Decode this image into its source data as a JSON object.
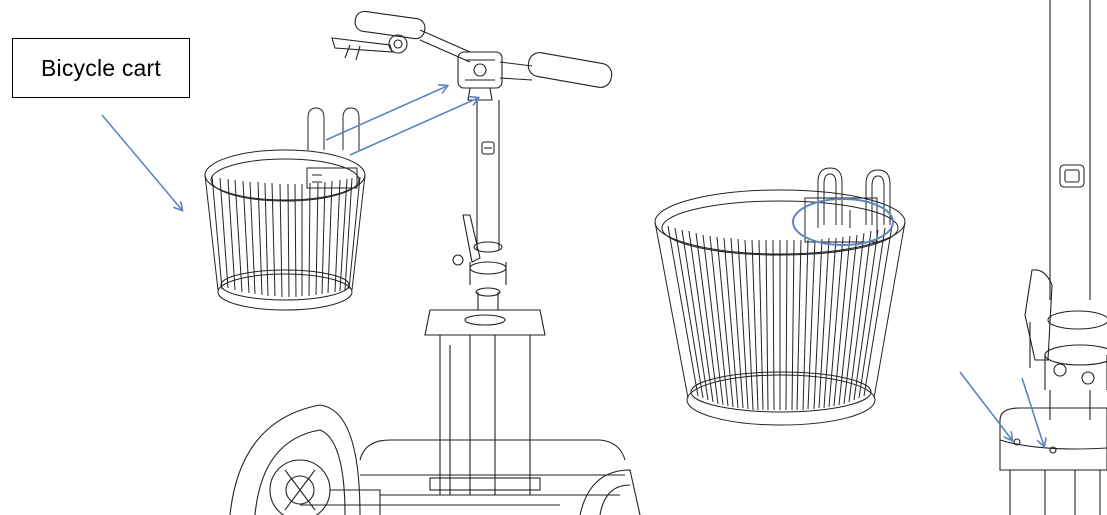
{
  "callout": {
    "label": "Bicycle cart"
  },
  "colors": {
    "arrow": "#5b84c4",
    "line_art": "#222222",
    "highlight_ellipse": "#5b84c4",
    "background": "#ffffff"
  },
  "figures": [
    "scooter-with-basket-overview",
    "basket-mounting-bracket-detail",
    "stem-clamp-detail"
  ]
}
